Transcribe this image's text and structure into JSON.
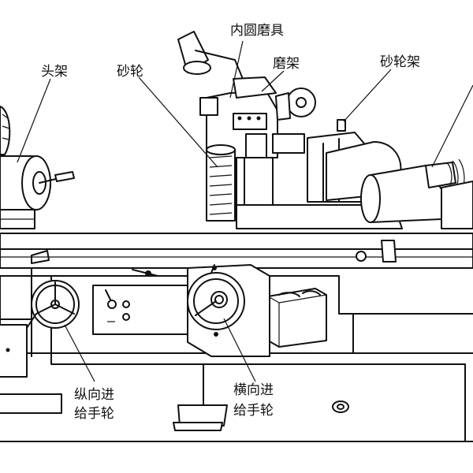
{
  "labels": {
    "inner_grinding_tool": "内圆磨具",
    "grinding_frame": "磨架",
    "headstock": "头架",
    "grinding_wheel": "砂轮",
    "wheel_head": "砂轮架",
    "longitudinal_feed_line1": "纵向进",
    "longitudinal_feed_line2": "给手轮",
    "transverse_feed_line1": "横向进",
    "transverse_feed_line2": "给手轮"
  },
  "colors": {
    "ink": "#111111",
    "paper": "#ffffff"
  }
}
